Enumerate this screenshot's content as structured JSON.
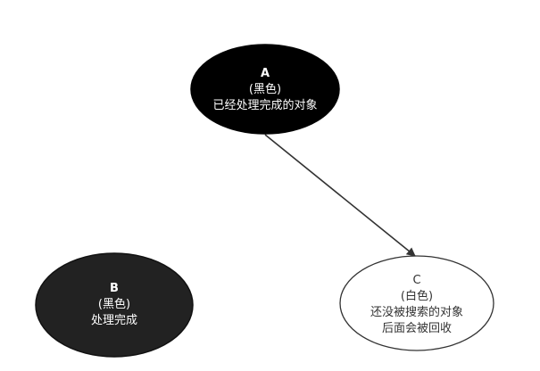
{
  "diagram": {
    "colors": {
      "background": "#ffffff",
      "edge": "#333333"
    },
    "nodes": {
      "a": {
        "title": "A",
        "line2": "(黑色)",
        "line3": "已经处理完成的对象",
        "fill": "#000000",
        "stroke": "#000000",
        "text_color": "#ffffff"
      },
      "b": {
        "title": "B",
        "line2": "(黑色)",
        "line3": "处理完成",
        "fill": "#222222",
        "stroke": "#111111",
        "text_color": "#ffffff"
      },
      "c": {
        "title": "C",
        "line2": "(白色)",
        "line3": "还没被搜索的对象",
        "line4": "后面会被回收",
        "fill": "#ffffff",
        "stroke": "#333333",
        "text_color": "#333333"
      }
    },
    "edges": [
      {
        "from": "a",
        "to": "c"
      }
    ]
  }
}
